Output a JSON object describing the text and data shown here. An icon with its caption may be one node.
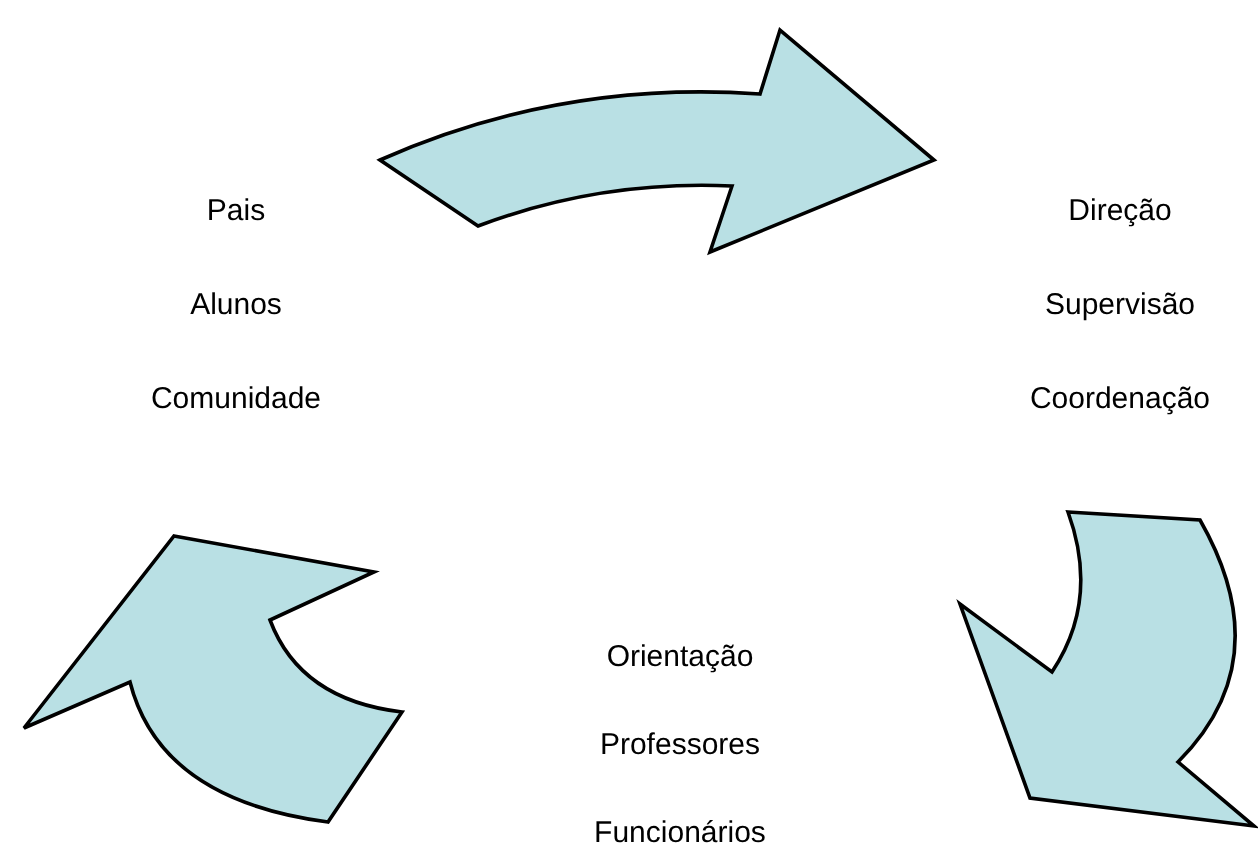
{
  "diagram": {
    "nodes": [
      {
        "text": [
          "Pais",
          "Alunos",
          "Comunidade"
        ]
      },
      {
        "text": [
          "Direção",
          "Supervisão",
          "Coordenação"
        ]
      },
      {
        "text": [
          "Orientação",
          "Professores",
          "Funcionários"
        ]
      }
    ],
    "edges": [
      {
        "from": 0,
        "to": 1,
        "arrow": "to"
      },
      {
        "from": 1,
        "to": 2,
        "arrow": "to"
      },
      {
        "from": 2,
        "to": 0,
        "arrow": "to"
      }
    ]
  }
}
